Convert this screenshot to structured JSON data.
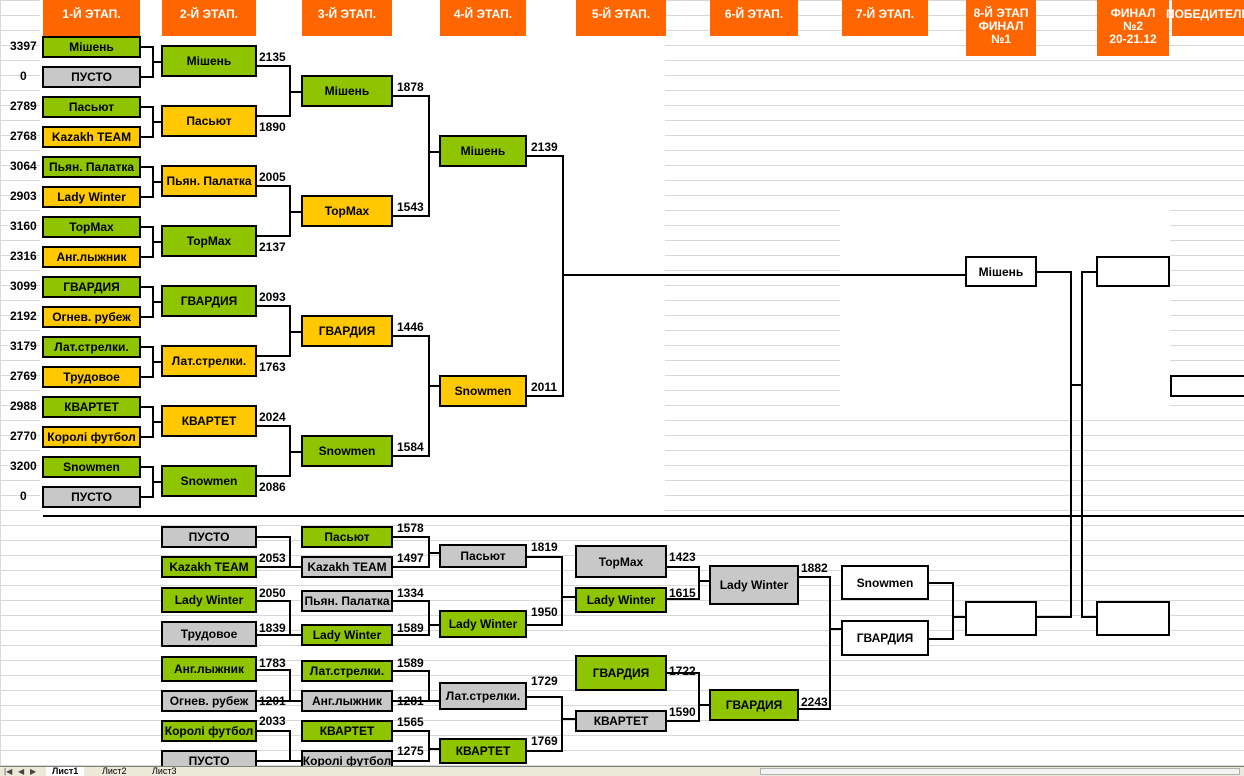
{
  "headers": [
    "1-Й ЭТАП.",
    "2-Й ЭТАП.",
    "3-Й ЭТАП.",
    "4-Й ЭТАП.",
    "5-Й ЭТАП.",
    "6-Й ЭТАП.",
    "7-Й ЭТАП.",
    "8-Й ЭТАП\nФИНАЛ\n№1",
    "ФИНАЛ\n№2\n20-21.12",
    "ПОБЕДИТЕЛЬ"
  ],
  "upper": {
    "stage1": [
      {
        "score": "3397",
        "team": "Мішень"
      },
      {
        "score": "0",
        "team": "ПУСТО"
      },
      {
        "score": "2789",
        "team": "Пасьют"
      },
      {
        "score": "2768",
        "team": "Kazakh TEAM"
      },
      {
        "score": "3064",
        "team": "Пьян. Палатка"
      },
      {
        "score": "2903",
        "team": "Lady Winter"
      },
      {
        "score": "3160",
        "team": "TopMax"
      },
      {
        "score": "2316",
        "team": "Анг.лыжник"
      },
      {
        "score": "3099",
        "team": "ГВАРДИЯ"
      },
      {
        "score": "2192",
        "team": "Огнев. рубеж"
      },
      {
        "score": "3179",
        "team": "Лат.стрелки."
      },
      {
        "score": "2769",
        "team": "Трудовое"
      },
      {
        "score": "2988",
        "team": "КВАРТЕТ"
      },
      {
        "score": "2770",
        "team": "Королі футбол"
      },
      {
        "score": "3200",
        "team": "Snowmen"
      },
      {
        "score": "0",
        "team": "ПУСТО"
      }
    ],
    "stage2": [
      {
        "team": "Мішень",
        "score": "2135"
      },
      {
        "team": "Пасьют",
        "score": "1890"
      },
      {
        "team": "Пьян. Палатка",
        "score": "2005"
      },
      {
        "team": "TopMax",
        "score": "2137"
      },
      {
        "team": "ГВАРДИЯ",
        "score": "2093"
      },
      {
        "team": "Лат.стрелки.",
        "score": "1763"
      },
      {
        "team": "КВАРТЕТ",
        "score": "2024"
      },
      {
        "team": "Snowmen",
        "score": "2086"
      }
    ],
    "stage3": [
      {
        "team": "Мішень",
        "score": "1878"
      },
      {
        "team": "TopMax",
        "score": "1543"
      },
      {
        "team": "ГВАРДИЯ",
        "score": "1446"
      },
      {
        "team": "Snowmen",
        "score": "1584"
      }
    ],
    "stage4": [
      {
        "team": "Мішень",
        "score": "2139"
      },
      {
        "team": "Snowmen",
        "score": "2011"
      }
    ],
    "final1_team": "Мішень"
  },
  "lower": {
    "stage2": [
      {
        "team": "ПУСТО",
        "score": ""
      },
      {
        "team": "Kazakh TEAM",
        "score": "2053"
      },
      {
        "team": "Lady Winter",
        "score": "2050"
      },
      {
        "team": "Трудовое",
        "score": "1839"
      },
      {
        "team": "Анг.лыжник",
        "score": "1783"
      },
      {
        "team": "Огнев. рубеж",
        "score": "1201"
      },
      {
        "team": "Королі футбол",
        "score": "2033"
      },
      {
        "team": "ПУСТО",
        "score": ""
      }
    ],
    "stage3": [
      {
        "team": "Пасьют",
        "score": "1578"
      },
      {
        "team": "Kazakh TEAM",
        "score": "1497"
      },
      {
        "team": "Пьян. Палатка",
        "score": "1334"
      },
      {
        "team": "Lady Winter",
        "score": "1589"
      },
      {
        "team": "Лат.стрелки.",
        "score": "1589"
      },
      {
        "team": "Анг.лыжник",
        "score": "1281"
      },
      {
        "team": "КВАРТЕТ",
        "score": "1565"
      },
      {
        "team": "Королі футбол",
        "score": "1275"
      }
    ],
    "stage4": [
      {
        "team": "Пасьют",
        "score": "1819"
      },
      {
        "team": "Lady Winter",
        "score": "1950"
      },
      {
        "team": "Лат.стрелки.",
        "score": "1729"
      },
      {
        "team": "КВАРТЕТ",
        "score": "1769"
      }
    ],
    "stage5": [
      {
        "team": "TopMax",
        "score": "1423"
      },
      {
        "team": "Lady Winter",
        "score": "1615"
      },
      {
        "team": "ГВАРДИЯ",
        "score": "1722"
      },
      {
        "team": "КВАРТЕТ",
        "score": "1590"
      }
    ],
    "stage6": [
      {
        "team": "Lady Winter",
        "score": "1882"
      },
      {
        "team": "ГВАРДИЯ",
        "score": "2243"
      }
    ],
    "stage7": [
      {
        "team": "Snowmen"
      },
      {
        "team": "ГВАРДИЯ"
      }
    ]
  },
  "sheet_tabs": [
    "Лист1",
    "Лист2",
    "Лист3"
  ],
  "colors": {
    "header": "#ff6600",
    "winner": "#8ec400",
    "loser": "#ffc800",
    "eliminated": "#c8c8c8"
  }
}
